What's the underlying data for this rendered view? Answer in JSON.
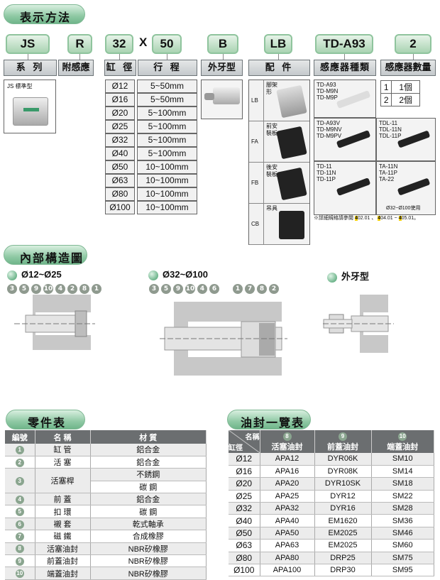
{
  "section1": {
    "title": "表示方法",
    "codes": [
      "JS",
      "R",
      "32",
      "X",
      "50",
      "B",
      "LB",
      "TD-A93",
      "2"
    ],
    "headers": [
      "系 列",
      "附感應",
      "缸 徑",
      "行 程",
      "外牙型",
      "配 件",
      "感應器種類",
      "感應器數量"
    ],
    "series_label": "JS 標準型",
    "bores": [
      "Ø12",
      "Ø16",
      "Ø20",
      "Ø25",
      "Ø32",
      "Ø40",
      "Ø50",
      "Ø63",
      "Ø80",
      "Ø100"
    ],
    "strokes": [
      "5~50mm",
      "5~50mm",
      "5~100mm",
      "5~100mm",
      "5~100mm",
      "5~100mm",
      "10~100mm",
      "10~100mm",
      "10~100mm",
      "10~100mm"
    ],
    "accessories": [
      {
        "code": "LB",
        "name": "腳架形"
      },
      {
        "code": "FA",
        "name": "前安裝板"
      },
      {
        "code": "FB",
        "name": "後安裝板"
      },
      {
        "code": "CB",
        "name": "吊具"
      }
    ],
    "sensors": [
      [
        "TD-A93",
        "TD-M9N",
        "TD-M9P"
      ],
      [
        "TD-A93V",
        "TD-M9NV",
        "TD-M9PV"
      ],
      [
        "TDL-11",
        "TDL-11N",
        "TDL-11P"
      ],
      [
        "TD-11",
        "TD-11N",
        "TD-11P"
      ],
      [
        "TA-11N",
        "TA-11P",
        "TA-22"
      ]
    ],
    "sensor_note": "Ø32~Ø100使用",
    "quantities": [
      [
        "1",
        "1個"
      ],
      [
        "2",
        "2個"
      ]
    ],
    "footnote": {
      "prefix": "※詳細規格請參閱",
      "ref_num": "4",
      "refs": [
        "02.01 、",
        "04.01 ~",
        "05.01。"
      ]
    }
  },
  "section2": {
    "title": "內部構造圖",
    "variants": [
      {
        "label": "Ø12~Ø25",
        "parts": [
          "3",
          "5",
          "9",
          "10",
          "4",
          "2",
          "8",
          "1"
        ]
      },
      {
        "label": "Ø32~Ø100",
        "parts": [
          "3",
          "5",
          "9",
          "10",
          "4",
          "6",
          "1",
          "7",
          "8",
          "2"
        ]
      },
      {
        "label": "外牙型",
        "parts": []
      }
    ]
  },
  "parts_table": {
    "title": "零件表",
    "headers": [
      "編號",
      "名 稱",
      "材 質"
    ],
    "rows": [
      [
        "1",
        "缸 管",
        "鋁合金"
      ],
      [
        "2",
        "活 塞",
        "鋁合金"
      ],
      [
        "3",
        "活塞桿",
        "不銹鋼"
      ],
      [
        "",
        "",
        "碳 鋼"
      ],
      [
        "4",
        "前 蓋",
        "鋁合金"
      ],
      [
        "5",
        "扣 環",
        "碳 鋼"
      ],
      [
        "6",
        "襯 套",
        "乾式軸承"
      ],
      [
        "7",
        "磁 鐵",
        "合成橡膠"
      ],
      [
        "8",
        "活塞油封",
        "NBR矽橡膠"
      ],
      [
        "9",
        "前蓋油封",
        "NBR矽橡膠"
      ],
      [
        "10",
        "端蓋油封",
        "NBR矽橡膠"
      ]
    ]
  },
  "seal_table": {
    "title": "油封一覽表",
    "corner_top": "名稱",
    "corner_bottom": "缸徑",
    "headers": [
      {
        "num": "8",
        "name": "活塞油封"
      },
      {
        "num": "9",
        "name": "前蓋油封"
      },
      {
        "num": "10",
        "name": "端蓋油封"
      }
    ],
    "rows": [
      [
        "Ø12",
        "APA12",
        "DYR06K",
        "SM10"
      ],
      [
        "Ø16",
        "APA16",
        "DYR08K",
        "SM14"
      ],
      [
        "Ø20",
        "APA20",
        "DYR10SK",
        "SM18"
      ],
      [
        "Ø25",
        "APA25",
        "DYR12",
        "SM22"
      ],
      [
        "Ø32",
        "APA32",
        "DYR16",
        "SM28"
      ],
      [
        "Ø40",
        "APA40",
        "EM1620",
        "SM36"
      ],
      [
        "Ø50",
        "APA50",
        "EM2025",
        "SM46"
      ],
      [
        "Ø63",
        "APA63",
        "EM2025",
        "SM60"
      ],
      [
        "Ø80",
        "APA80",
        "DRP25",
        "SM75"
      ],
      [
        "Ø100",
        "APA100",
        "DRP30",
        "SM95"
      ]
    ]
  }
}
